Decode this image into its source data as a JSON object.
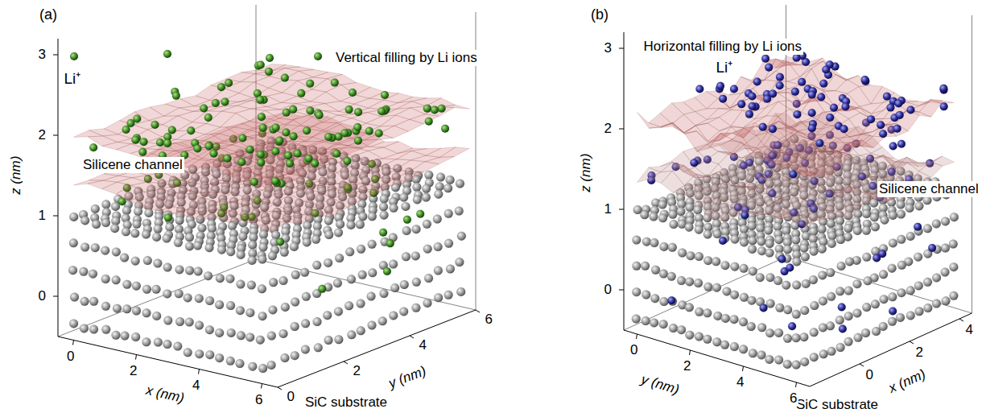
{
  "diagram": {
    "labels": [
      "(a)",
      "3",
      "2",
      "1",
      "0",
      "z (nm)",
      "Li⁺",
      "Vertical filling by Li ions",
      "Silicene channel",
      "SiC substrate",
      "0",
      "2",
      "4",
      "6",
      "x (nm)",
      "0",
      "2",
      "4",
      "6",
      "y (nm)",
      "(b)",
      "3",
      "2",
      "1",
      "0",
      "z (nm)",
      "Horizontal filling by Li ions",
      "Li⁺",
      "Silicene channel",
      "SiC substrate",
      "0",
      "2",
      "4",
      "6",
      "y (nm)",
      "0",
      "2",
      "4",
      "x (nm)"
    ]
  }
}
